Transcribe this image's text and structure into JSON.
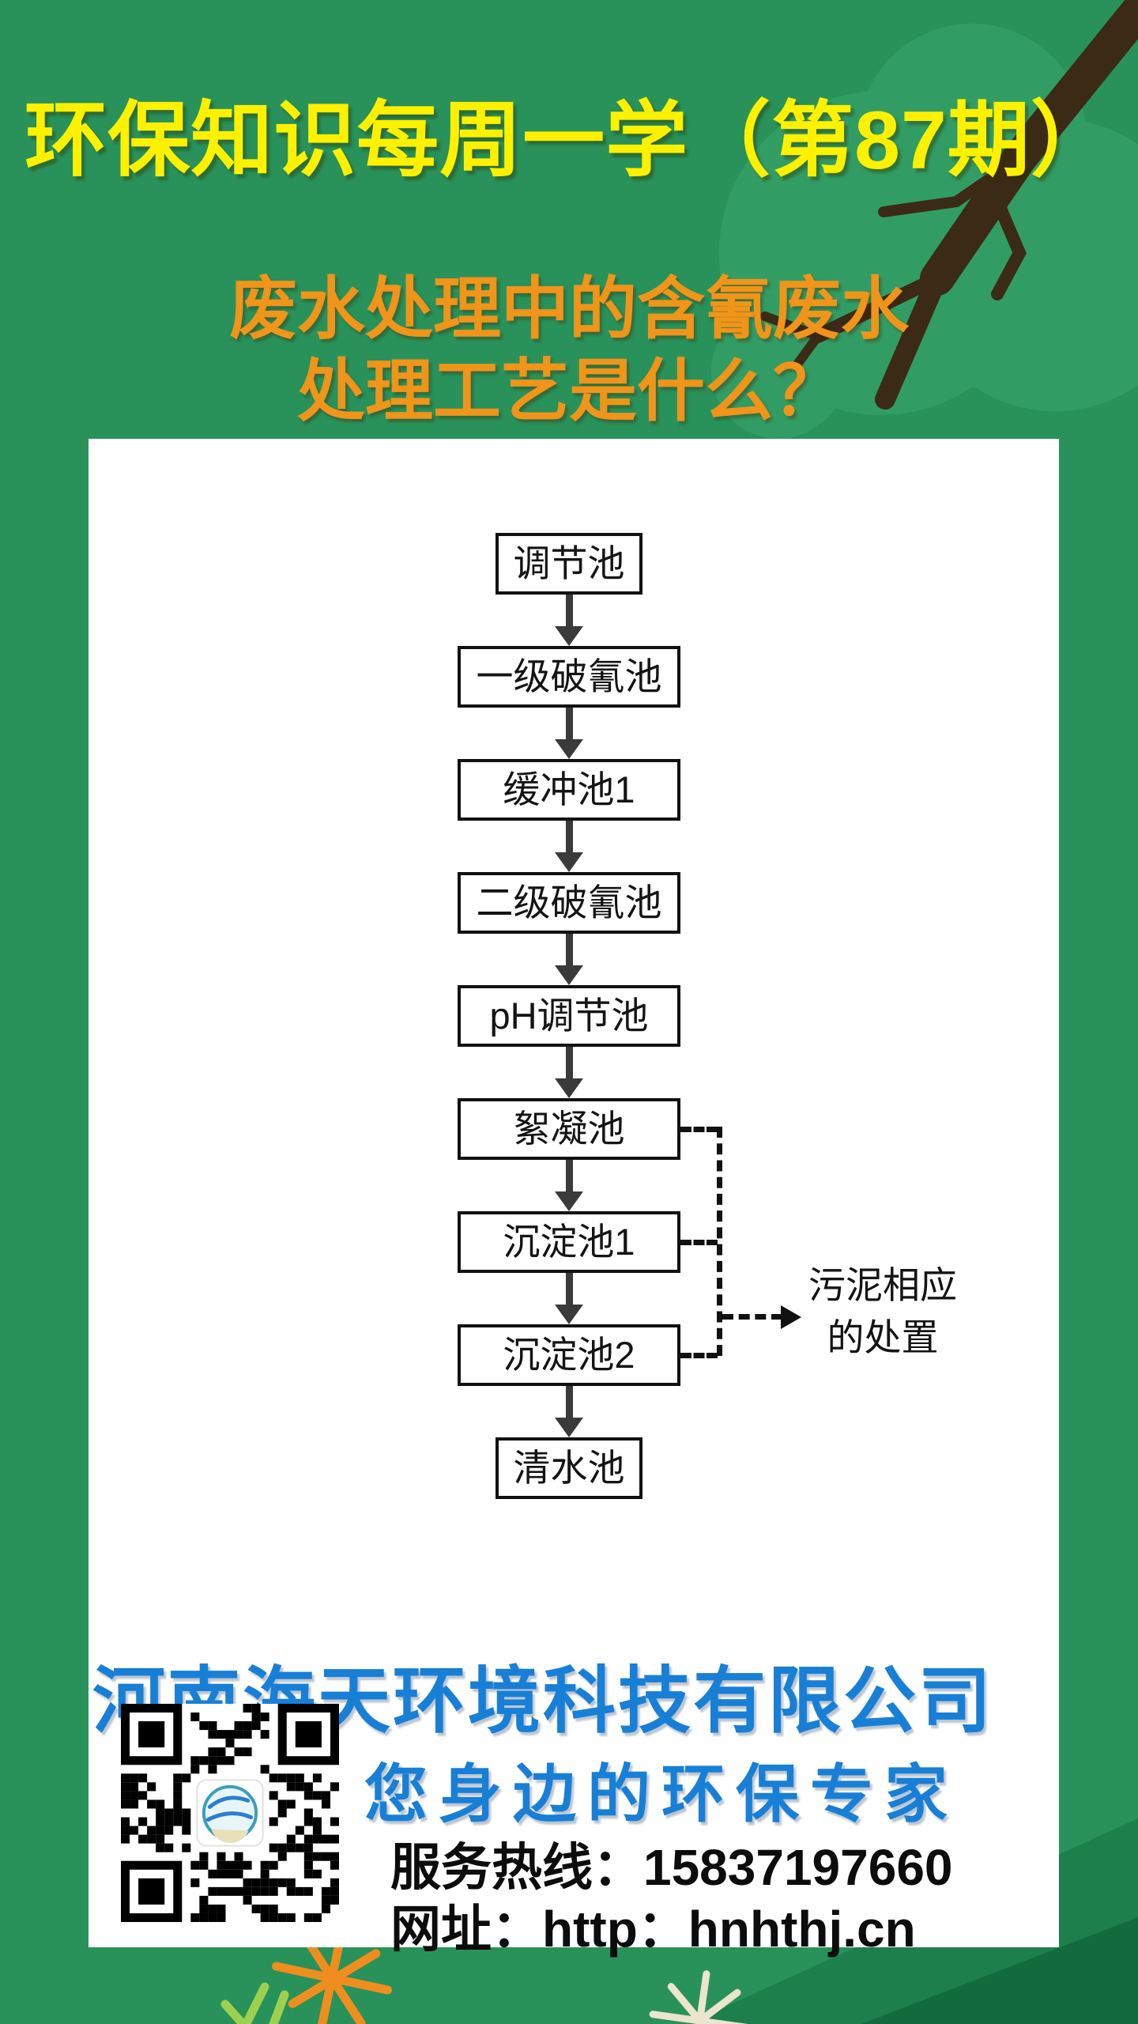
{
  "poster": {
    "title": "环保知识每周一学（第87期）",
    "subtitle_line1": "废水处理中的含氰废水",
    "subtitle_line2": "处理工艺是什么？"
  },
  "flowchart": {
    "nodes": [
      {
        "label": "调节池"
      },
      {
        "label": "一级破氰池"
      },
      {
        "label": "缓冲池1"
      },
      {
        "label": "二级破氰池"
      },
      {
        "label": "pH调节池"
      },
      {
        "label": "絮凝池"
      },
      {
        "label": "沉淀池1"
      },
      {
        "label": "沉淀池2"
      },
      {
        "label": "清水池"
      }
    ],
    "branch_sources": [
      "絮凝池",
      "沉淀池1",
      "沉淀池2"
    ],
    "branch_label_line1": "污泥相应",
    "branch_label_line2": "的处置"
  },
  "footer": {
    "company_name": "河南海天环境科技有限公司",
    "slogan": "您身边的环保专家",
    "hotline": "服务热线：15837197660",
    "website": "网址：http：hnhthj.cn",
    "qr_icon": "wechat-qr-code"
  },
  "colors": {
    "background_green": "#28925a",
    "foliage_green": "#3aa76d",
    "branch_brown": "#3b2a15",
    "title_yellow": "#fdf100",
    "subtitle_orange": "#f0941a",
    "card_white": "#ffffff",
    "line_black": "#111111",
    "arrow_gray": "#3a3a3a",
    "company_blue": "#187fd6",
    "corner_dark_green": "#1d7f4b"
  }
}
